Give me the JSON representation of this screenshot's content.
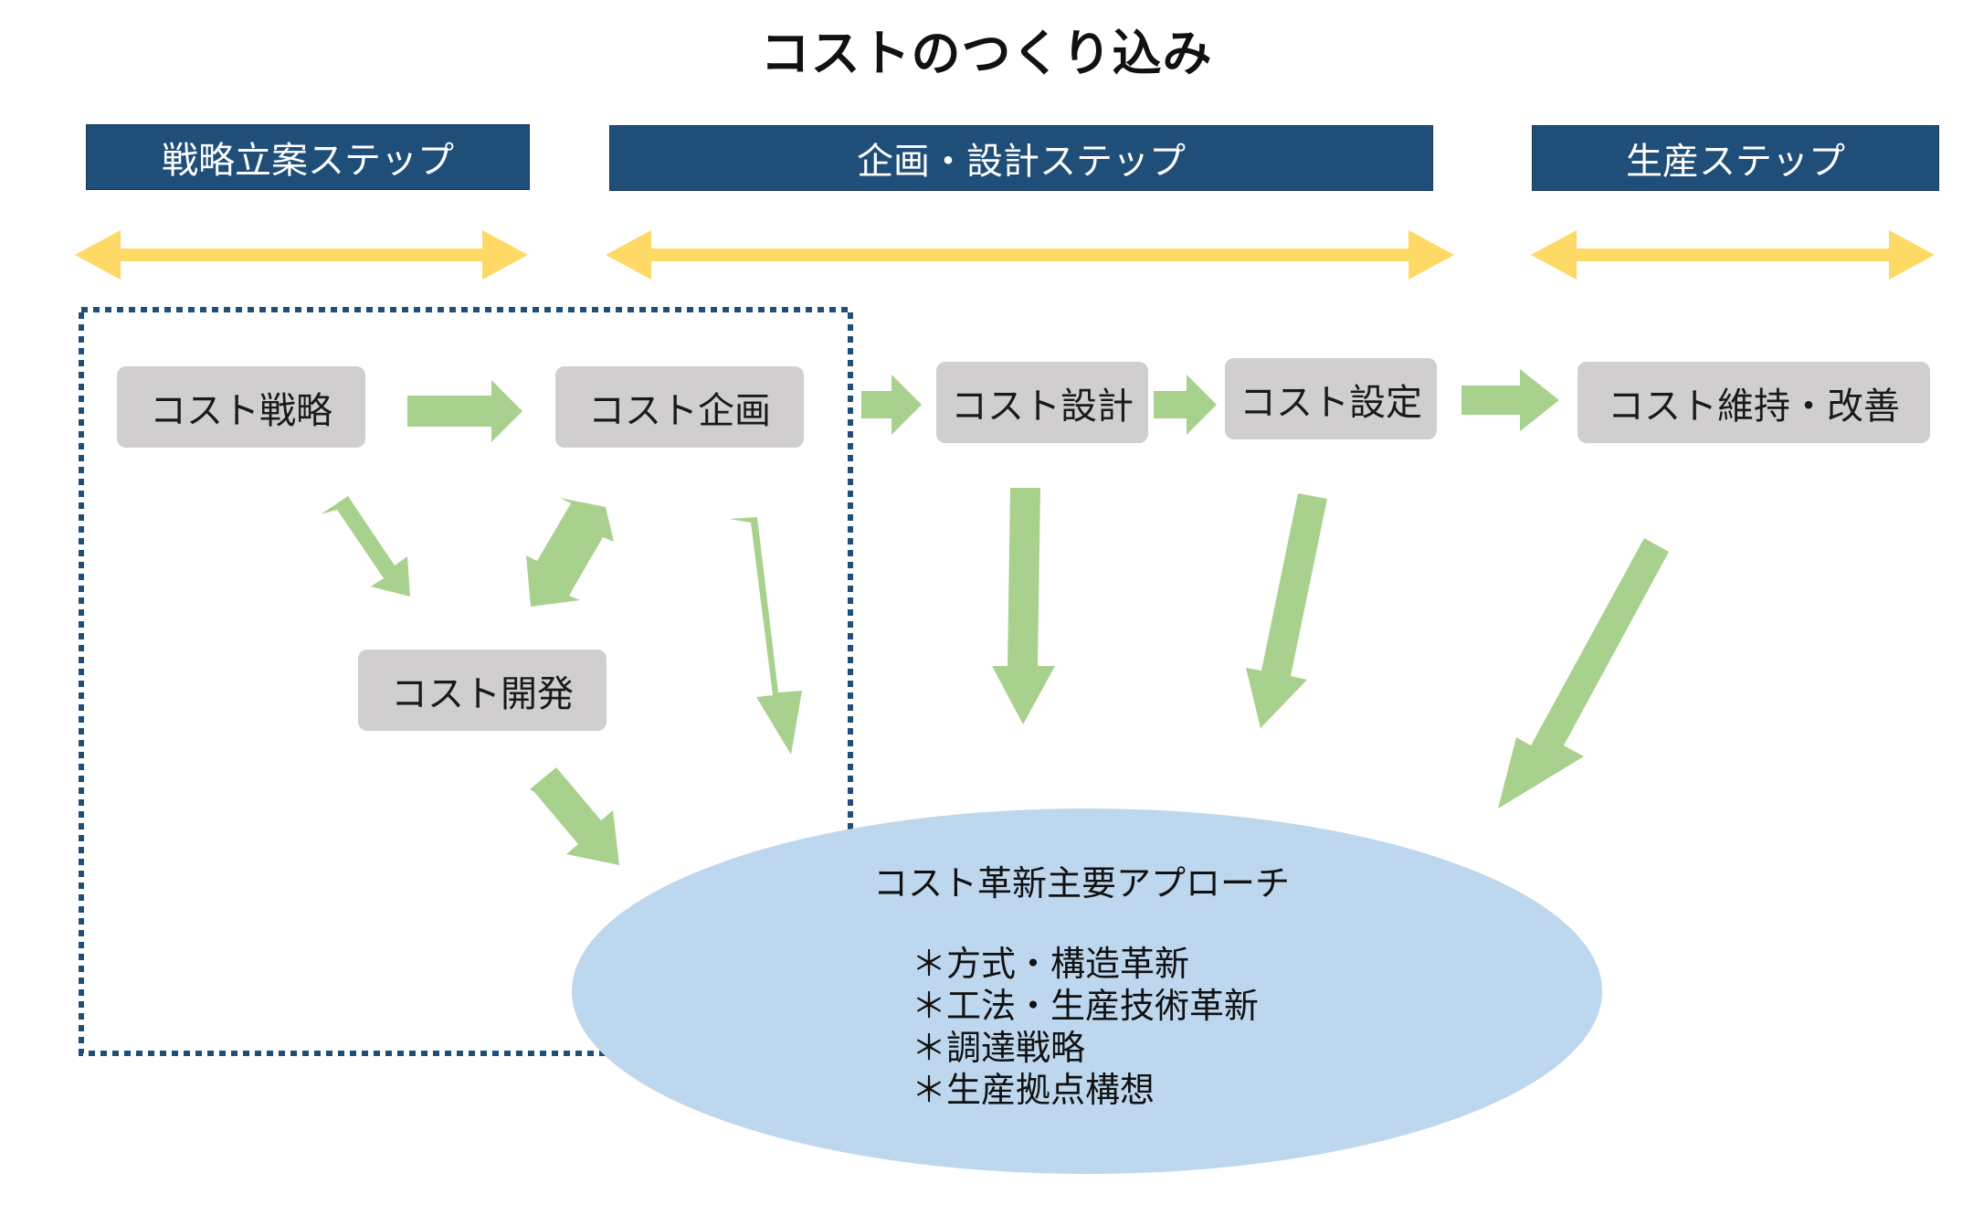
{
  "title": "コストのつくり込み",
  "stages": [
    {
      "label": "戦略立案ステップ"
    },
    {
      "label": "企画・設計ステップ"
    },
    {
      "label": "生産ステップ"
    }
  ],
  "boxes": {
    "strategy": "コスト戦略",
    "planning": "コスト企画",
    "development": "コスト開発",
    "design": "コスト設計",
    "setting": "コスト設定",
    "maintenance": "コスト維持・改善"
  },
  "approach": {
    "title": "コスト革新主要アプローチ",
    "items": [
      "＊方式・構造革新",
      "＊工法・生産技術革新",
      "＊調達戦略",
      "＊生産拠点構想"
    ]
  },
  "colors": {
    "stage_bg": "#1f4e79",
    "span_arrow": "#ffd966",
    "flow_arrow": "#a9d18e",
    "box_bg": "#d0cece",
    "ellipse_bg": "#bdd7ee",
    "dotted_frame": "#1f4e79"
  }
}
